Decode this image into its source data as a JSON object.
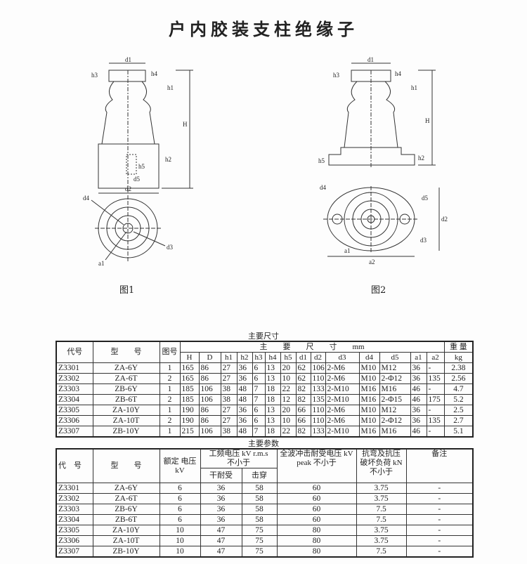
{
  "title": "户内胶装支柱绝缘子",
  "figure1": {
    "caption": "图1",
    "labels": {
      "d1": "d1",
      "h3": "h3",
      "h4": "h4",
      "h1": "h1",
      "H": "H",
      "h2": "h2",
      "h5": "h5",
      "d5": "d5",
      "d2": "d2",
      "d4": "d4",
      "d3": "d3",
      "a1": "a1"
    }
  },
  "figure2": {
    "caption": "图2",
    "labels": {
      "d1": "d1",
      "h3": "h3",
      "h4": "h4",
      "h1": "h1",
      "H": "H",
      "h2": "h2",
      "h5": "h5",
      "d4": "d4",
      "d5": "d5",
      "d2": "d2",
      "d3": "d3",
      "a1": "a1",
      "a2": "a2"
    }
  },
  "dimensions": {
    "title": "主要尺寸",
    "headers": {
      "code": "代号",
      "model": "型　　号",
      "fig": "图号",
      "main": "主　　要　　尺　　寸　　mm",
      "weight": "重 量",
      "weight_unit": "kg",
      "cols": [
        "H",
        "D",
        "h1",
        "h2",
        "h3",
        "h4",
        "h5",
        "d1",
        "d2",
        "d3",
        "d4",
        "d5",
        "a1",
        "a2"
      ]
    },
    "rows": [
      [
        "Z3301",
        "ZA-6Y",
        "1",
        "165",
        "86",
        "27",
        "36",
        "6",
        "13",
        "20",
        "62",
        "106",
        "2-M6",
        "M10",
        "M12",
        "36",
        "-",
        "2.38"
      ],
      [
        "Z3302",
        "ZA-6T",
        "2",
        "165",
        "86",
        "27",
        "36",
        "6",
        "13",
        "10",
        "62",
        "110",
        "2-M6",
        "M10",
        "2-Φ12",
        "36",
        "135",
        "2.56"
      ],
      [
        "Z3303",
        "ZB-6Y",
        "1",
        "185",
        "106",
        "38",
        "48",
        "7",
        "18",
        "22",
        "82",
        "133",
        "2-M10",
        "M16",
        "M16",
        "46",
        "-",
        "4.7"
      ],
      [
        "Z3304",
        "ZB-6T",
        "2",
        "185",
        "106",
        "38",
        "48",
        "7",
        "18",
        "12",
        "82",
        "135",
        "2-M10",
        "M16",
        "2-Φ15",
        "46",
        "175",
        "5.2"
      ],
      [
        "Z3305",
        "ZA-10Y",
        "1",
        "190",
        "86",
        "27",
        "36",
        "6",
        "13",
        "20",
        "66",
        "110",
        "2-M6",
        "M10",
        "M12",
        "36",
        "-",
        "2.5"
      ],
      [
        "Z3306",
        "ZA-10T",
        "2",
        "190",
        "86",
        "27",
        "36",
        "6",
        "13",
        "10",
        "66",
        "110",
        "2-M6",
        "M10",
        "2-Φ12",
        "36",
        "135",
        "2.7"
      ],
      [
        "Z3307",
        "ZB-10Y",
        "1",
        "215",
        "106",
        "38",
        "48",
        "7",
        "18",
        "22",
        "82",
        "133",
        "2-M10",
        "M16",
        "M16",
        "46",
        "-",
        "5.1"
      ]
    ]
  },
  "parameters": {
    "title": "主要参数",
    "headers": {
      "code": "代　号",
      "model": "型　　号",
      "rated": "额定 电压 kV",
      "pf": "工频电压 kV r.m.s　不小于",
      "dry": "干耐受",
      "puncture": "击穿",
      "impulse": "全波冲击耐受电压 kV peak 不小于",
      "load": "抗弯及抗压 破坏负荷 kN　不小于",
      "remark": "备注"
    },
    "rows": [
      [
        "Z3301",
        "ZA-6Y",
        "6",
        "36",
        "58",
        "60",
        "3.75",
        "-"
      ],
      [
        "Z3302",
        "ZA-6T",
        "6",
        "36",
        "58",
        "60",
        "3.75",
        "-"
      ],
      [
        "Z3303",
        "ZB-6Y",
        "6",
        "36",
        "58",
        "60",
        "7.5",
        "-"
      ],
      [
        "Z3304",
        "ZB-6T",
        "6",
        "36",
        "58",
        "60",
        "7.5",
        "-"
      ],
      [
        "Z3305",
        "ZA-10Y",
        "10",
        "47",
        "75",
        "80",
        "3.75",
        "-"
      ],
      [
        "Z3306",
        "ZA-10T",
        "10",
        "47",
        "75",
        "80",
        "3.75",
        "-"
      ],
      [
        "Z3307",
        "ZB-10Y",
        "10",
        "47",
        "75",
        "80",
        "7.5",
        "-"
      ]
    ]
  }
}
